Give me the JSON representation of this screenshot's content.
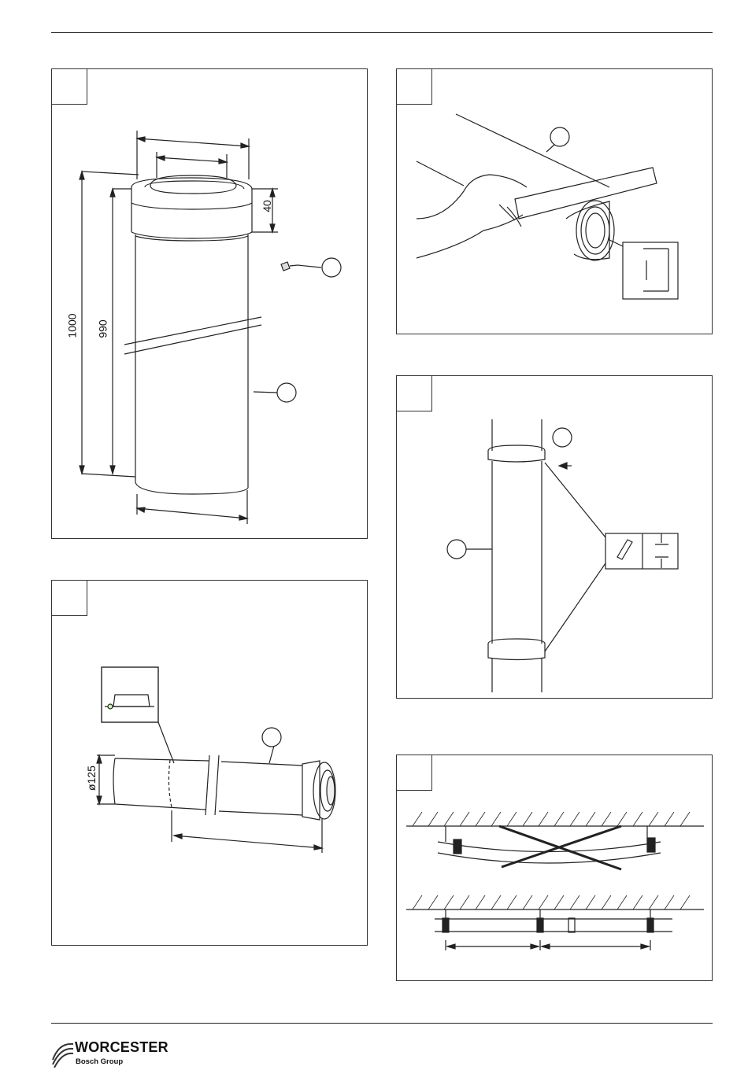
{
  "panels": {
    "pipe": {
      "dim_total": "1000",
      "dim_inner": "990",
      "dim_socket": "40"
    },
    "cut": {
      "dim_diameter": "ø125"
    }
  },
  "logo": {
    "brand": "WORCESTER",
    "group": "Bosch Group"
  }
}
